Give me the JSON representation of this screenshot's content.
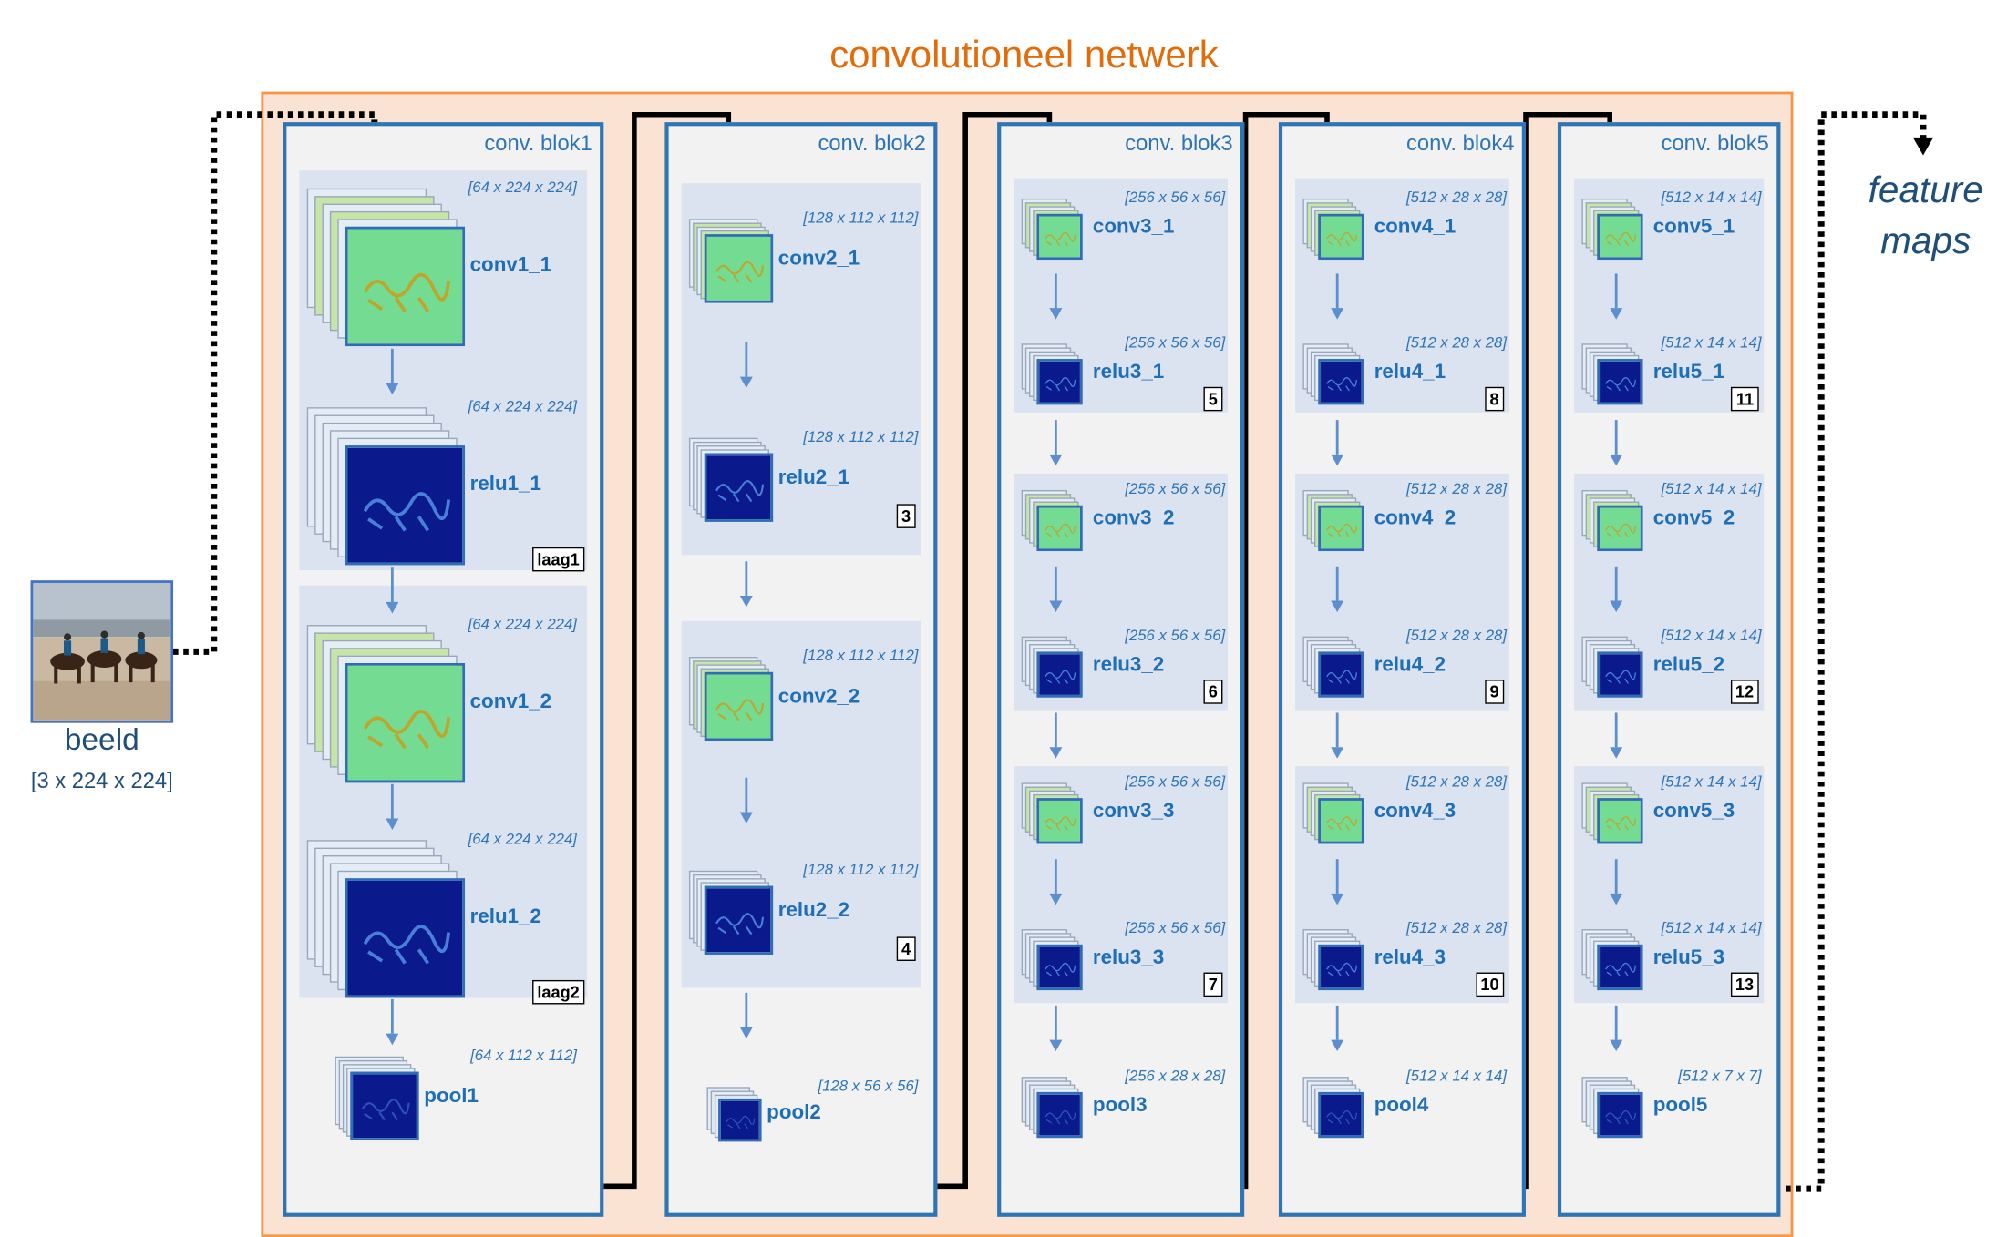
{
  "title": "convolutioneel netwerk",
  "input": {
    "label": "beeld",
    "dims": "[3 x 224 x 224]"
  },
  "output": {
    "label": "feature maps"
  },
  "blocks": [
    {
      "title": "conv. blok1",
      "layers": [
        {
          "name": "conv1_1",
          "dims": "[64 x 224 x 224]",
          "kind": "conv"
        },
        {
          "name": "relu1_1",
          "dims": "[64 x 224 x 224]",
          "kind": "relu",
          "badge": "laag1"
        },
        {
          "name": "conv1_2",
          "dims": "[64 x 224 x 224]",
          "kind": "conv"
        },
        {
          "name": "relu1_2",
          "dims": "[64 x 224 x 224]",
          "kind": "relu",
          "badge": "laag2"
        },
        {
          "name": "pool1",
          "dims": "[64 x 112 x 112]",
          "kind": "pool"
        }
      ]
    },
    {
      "title": "conv. blok2",
      "layers": [
        {
          "name": "conv2_1",
          "dims": "[128 x 112 x 112]",
          "kind": "conv"
        },
        {
          "name": "relu2_1",
          "dims": "[128 x 112 x 112]",
          "kind": "relu",
          "badge": "3"
        },
        {
          "name": "conv2_2",
          "dims": "[128 x 112 x 112]",
          "kind": "conv"
        },
        {
          "name": "relu2_2",
          "dims": "[128 x 112 x 112]",
          "kind": "relu",
          "badge": "4"
        },
        {
          "name": "pool2",
          "dims": "[128 x 56 x 56]",
          "kind": "pool"
        }
      ]
    },
    {
      "title": "conv. blok3",
      "layers": [
        {
          "name": "conv3_1",
          "dims": "[256 x 56 x 56]",
          "kind": "conv"
        },
        {
          "name": "relu3_1",
          "dims": "[256 x 56 x 56]",
          "kind": "relu",
          "badge": "5"
        },
        {
          "name": "conv3_2",
          "dims": "[256 x 56 x 56]",
          "kind": "conv"
        },
        {
          "name": "relu3_2",
          "dims": "[256 x 56 x 56]",
          "kind": "relu",
          "badge": "6"
        },
        {
          "name": "conv3_3",
          "dims": "[256 x 56 x 56]",
          "kind": "conv"
        },
        {
          "name": "relu3_3",
          "dims": "[256 x 56 x 56]",
          "kind": "relu",
          "badge": "7"
        },
        {
          "name": "pool3",
          "dims": "[256 x 28 x 28]",
          "kind": "pool"
        }
      ]
    },
    {
      "title": "conv. blok4",
      "layers": [
        {
          "name": "conv4_1",
          "dims": "[512 x 28 x 28]",
          "kind": "conv"
        },
        {
          "name": "relu4_1",
          "dims": "[512 x 28 x 28]",
          "kind": "relu",
          "badge": "8"
        },
        {
          "name": "conv4_2",
          "dims": "[512 x 28 x 28]",
          "kind": "conv"
        },
        {
          "name": "relu4_2",
          "dims": "[512 x 28 x 28]",
          "kind": "relu",
          "badge": "9"
        },
        {
          "name": "conv4_3",
          "dims": "[512 x 28 x 28]",
          "kind": "conv"
        },
        {
          "name": "relu4_3",
          "dims": "[512 x 28 x 28]",
          "kind": "relu",
          "badge": "10"
        },
        {
          "name": "pool4",
          "dims": "[512 x 14 x 14]",
          "kind": "pool"
        }
      ]
    },
    {
      "title": "conv. blok5",
      "layers": [
        {
          "name": "conv5_1",
          "dims": "[512 x 14 x 14]",
          "kind": "conv"
        },
        {
          "name": "relu5_1",
          "dims": "[512 x 14 x 14]",
          "kind": "relu",
          "badge": "11"
        },
        {
          "name": "conv5_2",
          "dims": "[512 x 14 x 14]",
          "kind": "conv"
        },
        {
          "name": "relu5_2",
          "dims": "[512 x 14 x 14]",
          "kind": "relu",
          "badge": "12"
        },
        {
          "name": "conv5_3",
          "dims": "[512 x 14 x 14]",
          "kind": "conv"
        },
        {
          "name": "relu5_3",
          "dims": "[512 x 14 x 14]",
          "kind": "relu",
          "badge": "13"
        },
        {
          "name": "pool5",
          "dims": "[512 x 7 x 7]",
          "kind": "pool"
        }
      ]
    }
  ],
  "colors": {
    "title": "#e36c0a",
    "network_fill": "#fbe3d4",
    "network_border": "#f79646",
    "block_border": "#2e75b6",
    "block_fill": "#f2f2f2",
    "group_fill": "#dbe3f0",
    "layer_label": "#1f6fb7",
    "conv_map": "#7fe07a",
    "relu_map": "#0a1a8c",
    "pool_map": "#0a1a8c"
  }
}
